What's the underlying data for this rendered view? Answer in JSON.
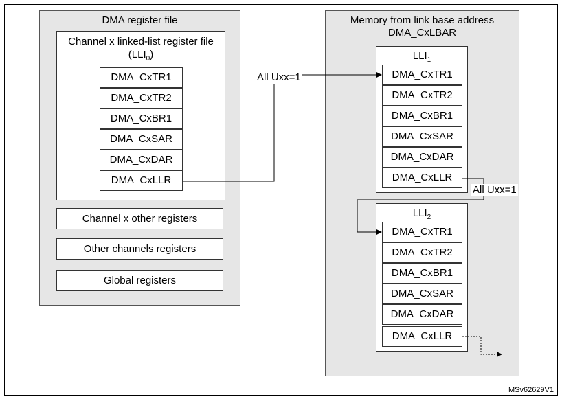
{
  "left_panel": {
    "title": "DMA register file",
    "lli0_title_line1": "Channel x linked-list register file",
    "lli0_title_base": "(LLI",
    "lli0_title_sub": "0",
    "lli0_title_end": ")",
    "registers": [
      "DMA_CxTR1",
      "DMA_CxTR2",
      "DMA_CxBR1",
      "DMA_CxSAR",
      "DMA_CxDAR",
      "DMA_CxLLR"
    ],
    "other_boxes": [
      "Channel x other registers",
      "Other channels registers",
      "Global registers"
    ]
  },
  "right_panel": {
    "title_line1": "Memory from link base address",
    "title_line2": "DMA_CxLBAR",
    "lli1": {
      "base": "LLI",
      "sub": "1",
      "registers": [
        "DMA_CxTR1",
        "DMA_CxTR2",
        "DMA_CxBR1",
        "DMA_CxSAR",
        "DMA_CxDAR",
        "DMA_CxLLR"
      ]
    },
    "lli2": {
      "base": "LLI",
      "sub": "2",
      "registers": [
        "DMA_CxTR1",
        "DMA_CxTR2",
        "DMA_CxBR1",
        "DMA_CxSAR",
        "DMA_CxDAR",
        "DMA_CxLLR"
      ]
    }
  },
  "links": {
    "link1_label": "All Uxx=1",
    "link2_label": "All Uxx=1"
  },
  "figure_ref": "MSv62629V1"
}
